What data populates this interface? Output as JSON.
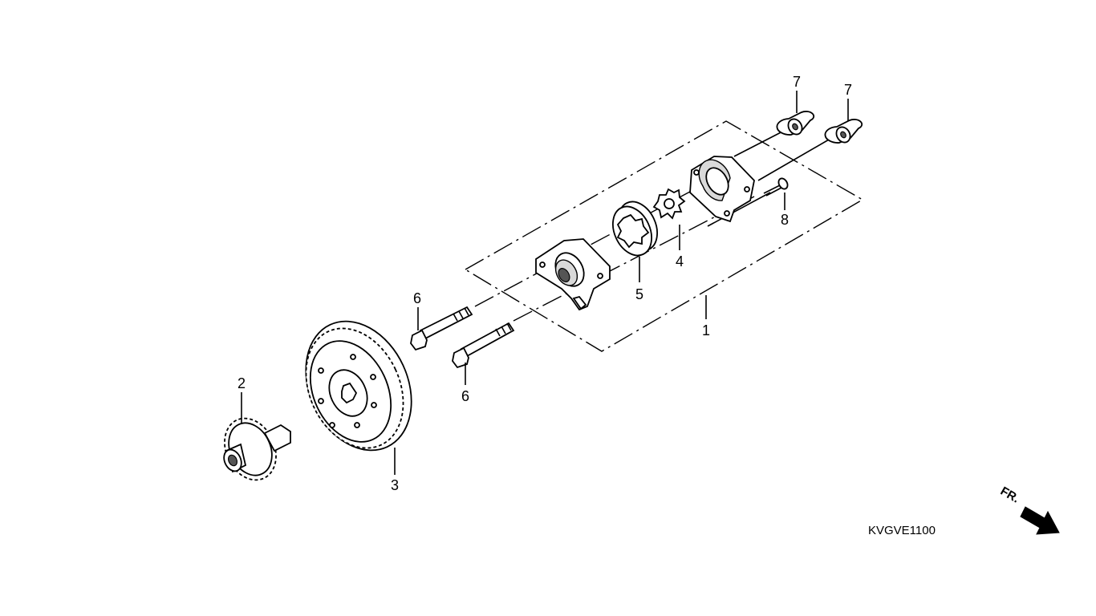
{
  "callouts": {
    "c1": "1",
    "c2": "2",
    "c3": "3",
    "c4": "4",
    "c5": "5",
    "c6a": "6",
    "c6b": "6",
    "c7a": "7",
    "c7b": "7",
    "c8": "8"
  },
  "diagram_code": "KVGVE1100",
  "direction_label": "FR."
}
